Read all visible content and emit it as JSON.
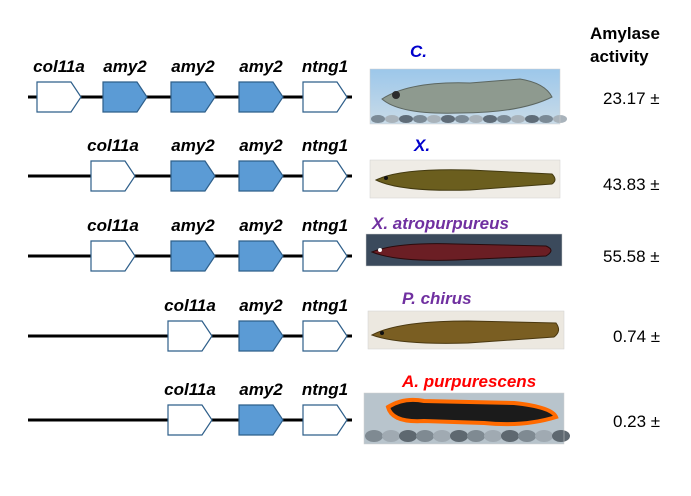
{
  "header": {
    "line1": "Amylase",
    "line2": "activity"
  },
  "colors": {
    "amy2_fill": "#5b9bd5",
    "other_fill": "#ffffff",
    "outline": "#2e5f8a",
    "backbone": "#000000"
  },
  "rows": [
    {
      "genes": [
        {
          "name": "col11a",
          "type": "other"
        },
        {
          "name": "amy2",
          "type": "amy2"
        },
        {
          "name": "amy2",
          "type": "amy2"
        },
        {
          "name": "amy2",
          "type": "amy2"
        },
        {
          "name": "ntng1",
          "type": "other"
        }
      ],
      "species": "C.",
      "species_color": "#0000cc",
      "photo": "gray blenny-like fish on pebbles",
      "activity": "23.17 ±"
    },
    {
      "genes": [
        {
          "name": "col11a",
          "type": "other"
        },
        {
          "name": "amy2",
          "type": "amy2"
        },
        {
          "name": "amy2",
          "type": "amy2"
        },
        {
          "name": "ntng1",
          "type": "other"
        }
      ],
      "species": "X.",
      "species_color": "#0000cc",
      "photo": "olive-brown elongated fish",
      "activity": "43.83 ±"
    },
    {
      "genes": [
        {
          "name": "col11a",
          "type": "other"
        },
        {
          "name": "amy2",
          "type": "amy2"
        },
        {
          "name": "amy2",
          "type": "amy2"
        },
        {
          "name": "ntng1",
          "type": "other"
        }
      ],
      "species": "X. atropurpureus",
      "species_color": "#7030a0",
      "photo": "dark reddish elongated fish",
      "activity": "55.58 ±"
    },
    {
      "genes": [
        {
          "name": "col11a",
          "type": "other"
        },
        {
          "name": "amy2",
          "type": "amy2"
        },
        {
          "name": "ntng1",
          "type": "other"
        }
      ],
      "species": "P. chirus",
      "species_color": "#7030a0",
      "photo": "brown eel-like fish",
      "activity": "0.74 ±"
    },
    {
      "genes": [
        {
          "name": "col11a",
          "type": "other"
        },
        {
          "name": "amy2",
          "type": "amy2"
        },
        {
          "name": "ntng1",
          "type": "other"
        }
      ],
      "species": "A. purpurescens",
      "species_color": "#ff0000",
      "photo": "black fish with orange border on stones",
      "activity": "0.23 ±"
    }
  ]
}
